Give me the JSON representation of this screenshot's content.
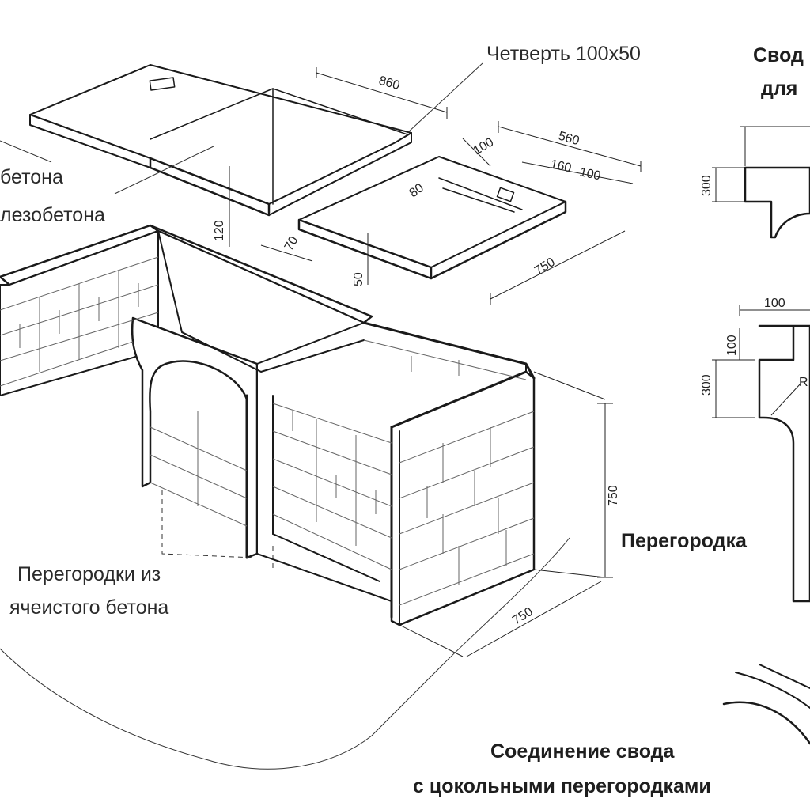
{
  "labels": {
    "quarter_note": "Четверть 100x50",
    "concrete_top": "бетона",
    "reinforced_concrete": "лезобетона",
    "partitions_line1": "Перегородки из",
    "partitions_line2": "ячеистого бетона",
    "vault_title_line1": "Свод",
    "vault_title_line2": "для",
    "partition_title": "Перегородка",
    "joint_line1": "Соединение свода",
    "joint_line2": "с цокольными перегородками"
  },
  "dimensions": {
    "slab1_length": "860",
    "slab2_length": "560",
    "slab2_inner_100": "100",
    "slab2_inner_160": "160",
    "slab2_inner_100b": "100",
    "slab2_inner_80": "80",
    "slab2_depth": "750",
    "slab_thickness_50": "50",
    "slab_edge_70": "70",
    "slab_height_120": "120",
    "base_height": "750",
    "base_depth": "750",
    "vault_height": "300",
    "partition_width_100": "100",
    "partition_step_100": "100",
    "partition_height_300": "300",
    "partition_radius": "R"
  }
}
